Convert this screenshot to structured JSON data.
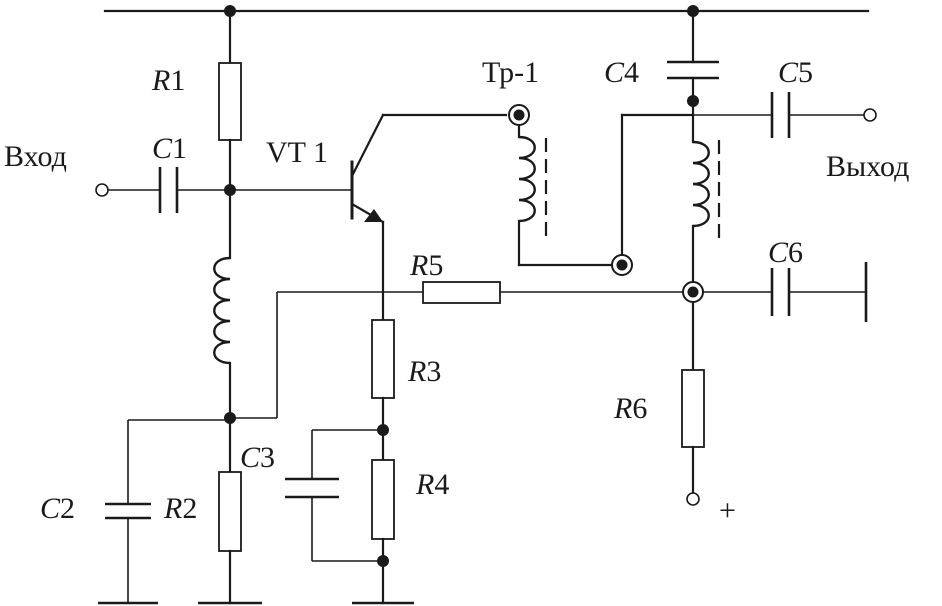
{
  "labels": {
    "input": "Вход",
    "output": "Выход",
    "transistor": "VT 1",
    "transformer": "Тр-1",
    "plus": "+",
    "r1_letter": "R",
    "r1_num": "1",
    "r2_letter": "R",
    "r2_num": "2",
    "r3_letter": "R",
    "r3_num": "3",
    "r4_letter": "R",
    "r4_num": "4",
    "r5_letter": "R",
    "r5_num": "5",
    "r6_letter": "R",
    "r6_num": "6",
    "c1_letter": "C",
    "c1_num": "1",
    "c2_letter": "C",
    "c2_num": "2",
    "c3_letter": "C",
    "c3_num": "3",
    "c4_letter": "C",
    "c4_num": "4",
    "c5_letter": "C",
    "c5_num": "5",
    "c6_letter": "C",
    "c6_num": "6"
  }
}
